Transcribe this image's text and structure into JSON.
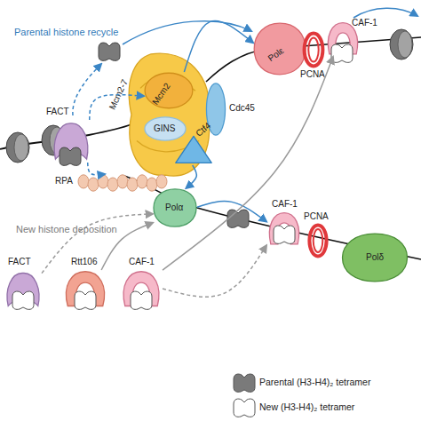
{
  "diagram": {
    "nodes": [
      {
        "text": [
          "FACT"
        ]
      },
      {
        "text": [
          "Mcm2-7"
        ]
      },
      {
        "text": [
          "Mcm2"
        ],
        "in": 1
      },
      {
        "text": [
          "GINS"
        ],
        "in": 1
      },
      {
        "text": [
          "Cdc45"
        ]
      },
      {
        "text": [
          "Ctf4"
        ]
      },
      {
        "text": [
          "RPA"
        ]
      },
      {
        "text": [
          "Polε"
        ]
      },
      {
        "text": [
          "PCNA"
        ]
      },
      {
        "text": [
          "CAF-1"
        ]
      },
      {
        "text": [
          "Polα"
        ]
      },
      {
        "text": [
          "CAF-1"
        ]
      },
      {
        "text": [
          "PCNA"
        ]
      },
      {
        "text": [
          "Polδ"
        ]
      },
      {
        "text": [
          "FACT"
        ]
      },
      {
        "text": [
          "Rtt106"
        ]
      },
      {
        "text": [
          "CAF-1"
        ]
      }
    ],
    "edges": [
      {
        "from": 0,
        "to": 2,
        "arrow": "to"
      },
      {
        "from": 2,
        "to": 7,
        "arrow": "to"
      },
      {
        "from": 5,
        "to": 10,
        "arrow": "to"
      },
      {
        "from": 0,
        "to": 6,
        "arrow": "to"
      },
      {
        "from": 10,
        "to": 11,
        "arrow": "to"
      },
      {
        "from": 16,
        "to": 9,
        "arrow": "to"
      },
      {
        "from": 15,
        "to": 10,
        "arrow": "to"
      },
      {
        "from": 16,
        "to": 11,
        "arrow": "to"
      },
      {
        "from": 14,
        "to": 10,
        "arrow": "to"
      }
    ],
    "labels": [
      "Parental histone recycle",
      "New histone deposition"
    ],
    "legend": [
      {
        "text": "Parental (H3-H4)₂ tetramer",
        "color": "#7a7a7a"
      },
      {
        "text": "New (H3-H4)₂ tetramer",
        "color": "#ffffff"
      }
    ]
  }
}
